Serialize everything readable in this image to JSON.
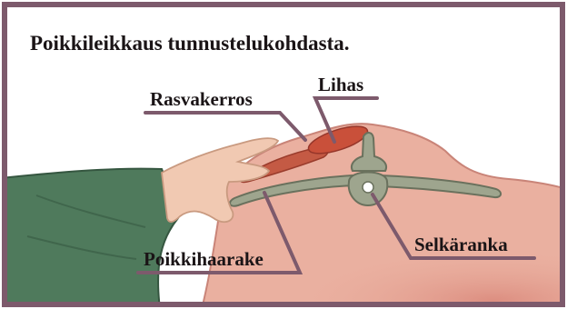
{
  "title": "Poikkileikkaus tunnustelukohdasta.",
  "labels": {
    "fat_layer": "Rasvakerros",
    "muscle": "Lihas",
    "transverse_process": "Poikkihaarake",
    "spine": "Selkäranka"
  },
  "colors": {
    "frame": "#7d5a6c",
    "body": "#eab0a0",
    "sleeve": "#4f7a5c",
    "hand": "#f1c9b2",
    "muscle": "#c9503a",
    "bone": "#9ea58e"
  }
}
